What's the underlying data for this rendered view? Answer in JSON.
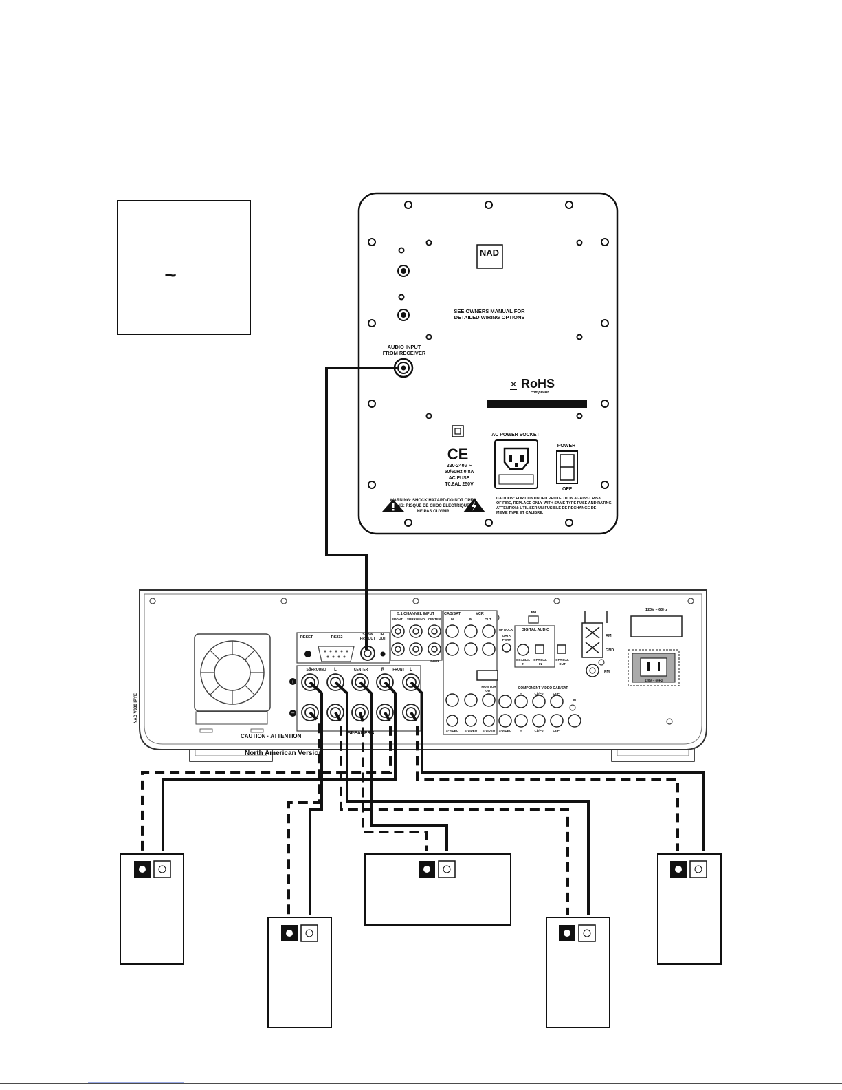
{
  "legend": {
    "symbol": "~"
  },
  "subwoofer": {
    "brand": "NAD",
    "see_manual": [
      "SEE OWNERS MANUAL FOR",
      "DETAILED WIRING OPTIONS"
    ],
    "audio_input": [
      "AUDIO INPUT",
      "FROM RECEIVER"
    ],
    "rohs": "RoHS",
    "rohs_sub": "compliant",
    "ac_power_socket": "AC POWER SOCKET",
    "power": "POWER",
    "off": "OFF",
    "ce": "CE",
    "ratings": [
      "220-240V ~",
      "50/60Hz 0.8A",
      "AC FUSE",
      "T0.8AL 250V"
    ],
    "warning": [
      "WARNING: SHOCK HAZARD-DO NOT OPEN",
      "AVIS: RISQUE DE CHOC ELECTRIQUE -",
      "NE PAS OUVRIR"
    ],
    "caution": [
      "CAUTION: FOR CONTINUED PROTECTION AGAINST RISK",
      "OF FIRE, REPLACE ONLY WITH SAME TYPE FUSE AND RATING.",
      "ATTENTION: UTILISER UN FUSIBLE DE RECHANGE DE",
      "MEME TYPE ET CALIBRE."
    ]
  },
  "receiver": {
    "version": "North American Version",
    "caution": "CAUTION · ATTENTION",
    "speakers": "SPEAKERS",
    "surround": "SURROUND",
    "center": "CENTER",
    "front": "FRONT",
    "r": "R",
    "l": "L",
    "reset": "RESET",
    "rs232": "RS232",
    "subw_preout": [
      "SUBW",
      "PRE OUT"
    ],
    "ir": [
      "IR",
      "OUT"
    ],
    "ch51": "5.1 CHANNEL INPUT",
    "ch51_cols": [
      "FRONT",
      "SURROUND",
      "CENTER"
    ],
    "subw": "SUBW",
    "cab_sat": "CAB/SAT",
    "vcr": "VCR",
    "in": "IN",
    "out": "OUT",
    "xm": "XM",
    "ipod": "NP DOCK",
    "data_port": [
      "DATA",
      "PORT"
    ],
    "digital_audio": "DIGITAL AUDIO",
    "coaxial": [
      "COAXIAL",
      "IN"
    ],
    "optical": [
      "OPTICAL",
      "IN"
    ],
    "optical_out": [
      "OPTICAL",
      "OUT"
    ],
    "monitor_out": [
      "MONITOR",
      "OUT"
    ],
    "component": "COMPONENT VIDEO CAB/SAT",
    "svideo": [
      "S-VIDEO",
      "S-VIDEO",
      "S-VIDEO",
      "S-VIDEO"
    ],
    "y_pb_pr": [
      "Y",
      "Cb/Pb",
      "Cr/Pr"
    ],
    "am": "AM",
    "gnd": "GND",
    "fm": "FM",
    "mains": "120V ~ 60Hz",
    "outlet": "120V ~ 60Hz",
    "side_text": "NAD V330 IPYE"
  }
}
